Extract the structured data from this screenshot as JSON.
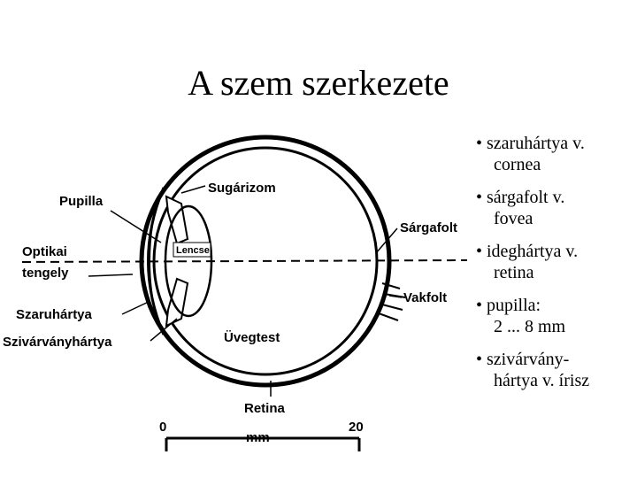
{
  "title": "A szem szerkezete",
  "labels": {
    "pupilla": "Pupilla",
    "sugarizom": "Sugárizom",
    "optikai": "Optikai",
    "tengely": "tengely",
    "lencse": "Lencse",
    "sargafolt": "Sárgafolt",
    "vakfolt": "Vakfolt",
    "szaruhartya": "Szaruhártya",
    "szivarvanyhartya": "Szivárványhártya",
    "uvegtest": "Üvegtest",
    "retina": "Retina"
  },
  "scale": {
    "start": "0",
    "end": "20",
    "unit": "mm"
  },
  "bullets": [
    {
      "line1": "• szaruhártya v.",
      "line2": "cornea"
    },
    {
      "line1": "• sárgafolt v.",
      "line2": "fovea"
    },
    {
      "line1": "• ideghártya v.",
      "line2": "retina"
    },
    {
      "line1": "• pupilla:",
      "line2": "2 ... 8 mm"
    },
    {
      "line1": "• szivárvány-",
      "line2": "hártya v. írisz"
    }
  ]
}
